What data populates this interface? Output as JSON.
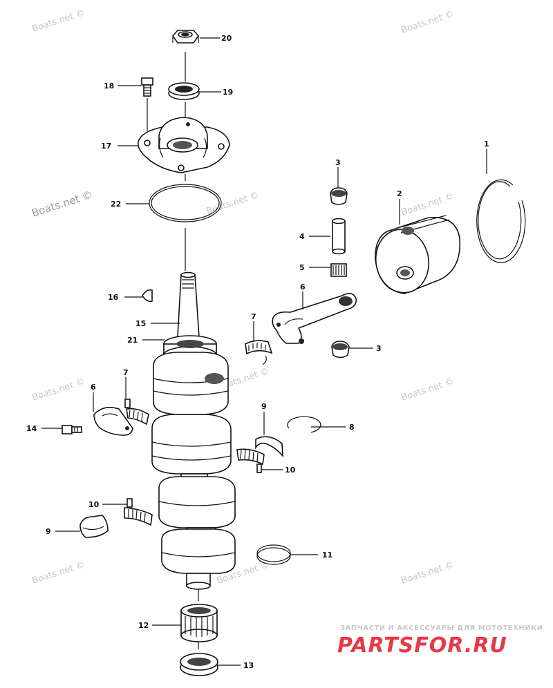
{
  "watermark": "Boats.net ©",
  "callouts": [
    "1",
    "2",
    "3",
    "3",
    "4",
    "5",
    "6",
    "6",
    "7",
    "7",
    "8",
    "9",
    "9",
    "10",
    "10",
    "11",
    "12",
    "13",
    "14",
    "15",
    "16",
    "17",
    "18",
    "19",
    "20",
    "21",
    "22"
  ],
  "brand": {
    "tagline": "ЗАПЧАСТИ И АКСЕССУАРЫ ДЛЯ МОТОТЕХНИКИ",
    "logo_text": "PARTSFOR.RU",
    "logo_color": "#e63946"
  }
}
